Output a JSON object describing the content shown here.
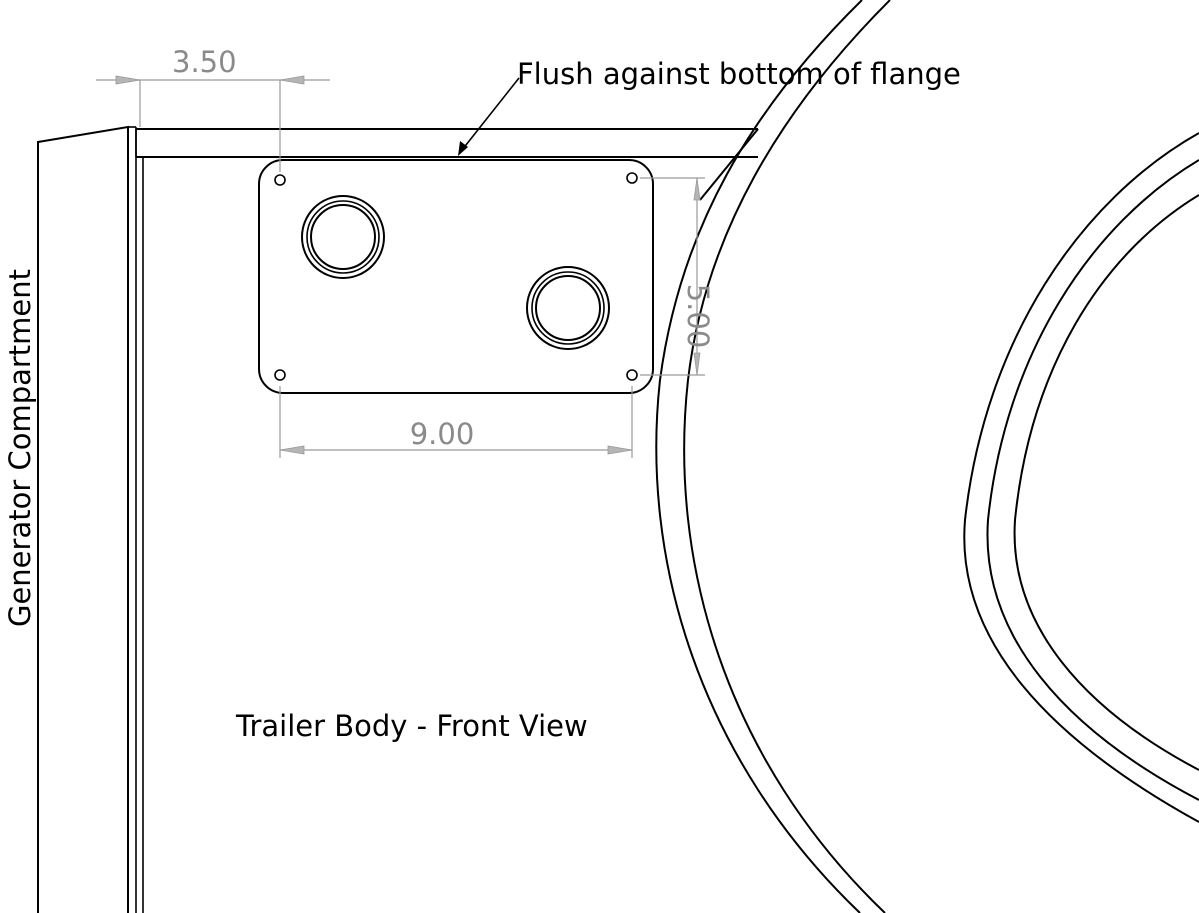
{
  "labels": {
    "view_title": "Trailer Body - Front View",
    "side_label": "Generator Compartment",
    "leader_note": "Flush against bottom of flange"
  },
  "dimensions": {
    "horizontal_offset": "3.50",
    "plate_height": "5.00",
    "hole_spacing": "9.00"
  },
  "colors": {
    "outline": "#000000",
    "dimension": "#8a8a8a",
    "background": "#ffffff"
  }
}
